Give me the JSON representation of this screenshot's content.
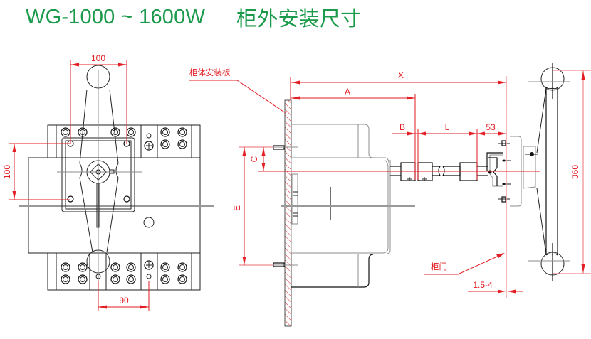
{
  "title": {
    "model": "WG-1000 ~ 1600W",
    "subtitle": "柜外安装尺寸"
  },
  "front_view": {
    "dim_top": "100",
    "dim_left": "100",
    "dim_bottom": "90"
  },
  "side_view": {
    "label_panel": "柜体安装板",
    "label_door": "柜门",
    "dim_X": "X",
    "dim_A": "A",
    "dim_B": "B",
    "dim_L": "L",
    "dim_53": "53",
    "dim_C": "C",
    "dim_E": "E",
    "dim_360": "360",
    "dim_gap": "1.5-4"
  },
  "colors": {
    "title": "#1a9a4a",
    "dimension": "#e31e24",
    "outline": "#222222"
  }
}
